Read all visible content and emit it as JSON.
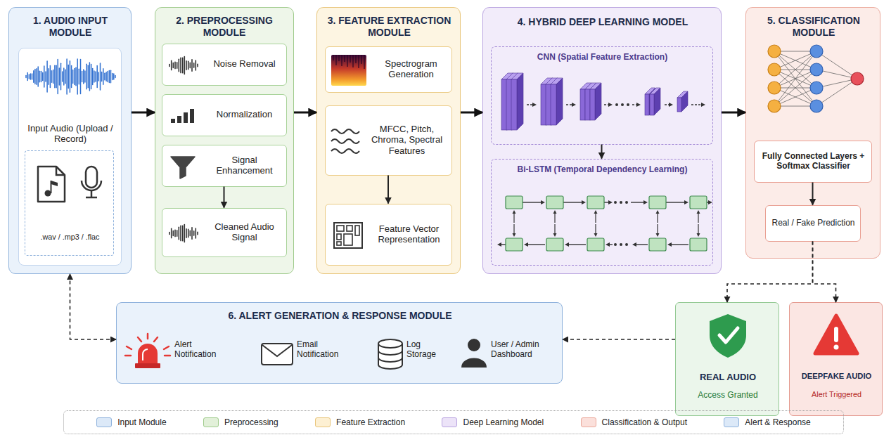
{
  "diagram": {
    "nodes": [
      {
        "text": [
          "1. AUDIO INPUT MODULE"
        ]
      },
      {
        "text": [
          "Input Audio (Upload / Record)"
        ],
        "in": 0
      },
      {
        "text": [
          ".wav / .mp3 / .flac"
        ],
        "in": 1
      },
      {
        "text": [
          "2. PREPROCESSING MODULE"
        ]
      },
      {
        "text": [
          "Noise Removal"
        ],
        "in": 3
      },
      {
        "text": [
          "Normalization"
        ],
        "in": 3
      },
      {
        "text": [
          "Signal Enhancement"
        ],
        "in": 3
      },
      {
        "text": [
          "Cleaned Audio Signal"
        ],
        "in": 3
      },
      {
        "text": [
          "3. FEATURE EXTRACTION MODULE"
        ]
      },
      {
        "text": [
          "Spectrogram Generation"
        ],
        "in": 8
      },
      {
        "text": [
          "MFCC, Pitch, Chroma, Spectral Features"
        ],
        "in": 8
      },
      {
        "text": [
          "Feature Vector Representation"
        ],
        "in": 8
      },
      {
        "text": [
          "4. HYBRID DEEP LEARNING MODEL"
        ]
      },
      {
        "text": [
          "CNN (Spatial Feature Extraction)"
        ],
        "in": 12
      },
      {
        "text": [
          "Bi-LSTM (Temporal Dependency Learning)"
        ],
        "in": 12
      },
      {
        "text": [
          "5. CLASSIFICATION MODULE"
        ]
      },
      {
        "text": [
          "Fully Connected Layers + Softmax Classifier"
        ],
        "in": 15
      },
      {
        "text": [
          "Real / Fake Prediction"
        ],
        "in": 15
      },
      {
        "text": [
          "REAL AUDIO",
          "Access Granted"
        ]
      },
      {
        "text": [
          "DEEPFAKE AUDIO",
          "Alert Triggered"
        ]
      },
      {
        "text": [
          "6. ALERT GENERATION & RESPONSE MODULE"
        ]
      }
    ],
    "edges": [
      {
        "from": 0,
        "to": 3,
        "arrow": "to"
      },
      {
        "from": 3,
        "to": 8,
        "arrow": "to"
      },
      {
        "from": 8,
        "to": 12,
        "arrow": "to"
      },
      {
        "from": 12,
        "to": 15,
        "arrow": "to"
      },
      {
        "from": 6,
        "to": 7,
        "arrow": "to"
      },
      {
        "from": 10,
        "to": 11,
        "arrow": "to"
      },
      {
        "from": 13,
        "to": 14,
        "arrow": "to"
      },
      {
        "from": 16,
        "to": 17,
        "arrow": "to"
      },
      {
        "from": 17,
        "to": 18,
        "arrow": "to"
      },
      {
        "from": 17,
        "to": 19,
        "arrow": "to"
      },
      {
        "from": 18,
        "to": 20,
        "arrow": "to"
      },
      {
        "from": 20,
        "to": 0,
        "arrow": "both"
      }
    ],
    "labels": [
      "Alert Notification",
      "Email Notification",
      "Log Storage",
      "User / Admin Dashboard"
    ],
    "legend": [
      {
        "text": "Input Module",
        "color": "#dce9f8"
      },
      {
        "text": "Preprocessing",
        "color": "#e2f0d9"
      },
      {
        "text": "Feature Extraction",
        "color": "#fdf0d3"
      },
      {
        "text": "Deep Learning Model",
        "color": "#ece3f8"
      },
      {
        "text": "Classification & Output",
        "color": "#fbe0db"
      },
      {
        "text": "Alert & Response",
        "color": "#dce9f8"
      }
    ]
  }
}
